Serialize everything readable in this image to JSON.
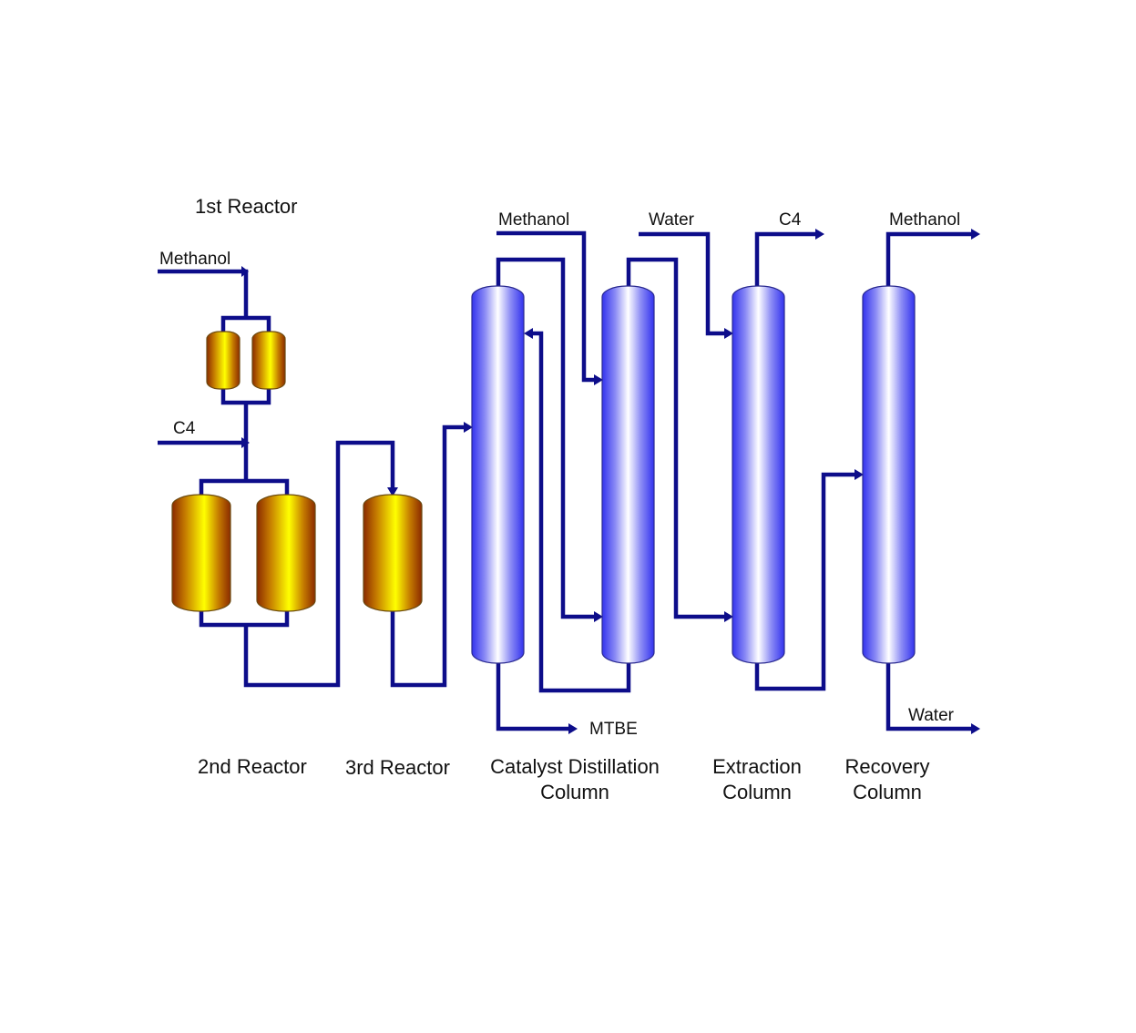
{
  "labels": {
    "first_reactor": "1st Reactor",
    "second_reactor": "2nd Reactor",
    "third_reactor": "3rd Reactor",
    "catalyst_distillation_line1": "Catalyst Distillation",
    "catalyst_distillation_line2": "Column",
    "extraction_line1": "Extraction",
    "extraction_line2": "Column",
    "recovery_line1": "Recovery",
    "recovery_line2": "Column"
  },
  "streams": {
    "methanol_feed_reactor": "Methanol",
    "c4_feed_reactor": "C4",
    "methanol_feed_column": "Methanol",
    "water_feed_extraction": "Water",
    "c4_product": "C4",
    "methanol_recovered": "Methanol",
    "mtbe_product": "MTBE",
    "water_product": "Water"
  },
  "colors": {
    "pipe": "#0d0d8a",
    "reactor_light": "#ffff00",
    "reactor_dark": "#8b2a00",
    "column_light": "#ffffff",
    "column_dark": "#3333ee",
    "background": "#ffffff"
  }
}
